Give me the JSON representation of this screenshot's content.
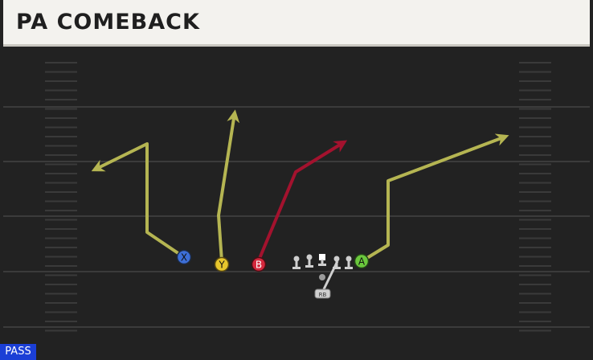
{
  "play": {
    "title": "PA COMEBACK",
    "play_type": "PASS"
  },
  "colors": {
    "field": "#222222",
    "yard_line": "#3b3b3b",
    "route_yellow": "#b5b552",
    "route_red": "#a3122e",
    "player_x": "#3d6fd8",
    "player_y": "#e7c62d",
    "player_b": "#d3283d",
    "player_a": "#6bc83d",
    "lineman": "#cfcfcf",
    "badge_bg": "#1b3fd6"
  },
  "players": {
    "x_label": "X",
    "y_label": "Y",
    "b_label": "B",
    "a_label": "A",
    "rb_label": "RB"
  }
}
